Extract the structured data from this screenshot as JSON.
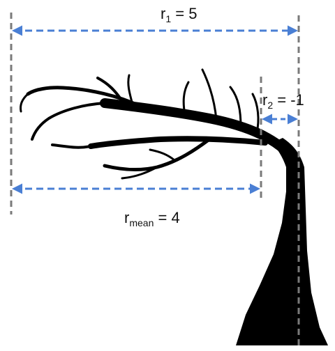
{
  "colors": {
    "arrow": "#4a7fd4",
    "guide": "#7a7a7a",
    "tree": "#000000",
    "text": "#111111"
  },
  "labels": {
    "r1": {
      "symbol": "r",
      "subscript": "1",
      "value": "= 5"
    },
    "r2": {
      "symbol": "r",
      "subscript": "2",
      "value": "= -1"
    },
    "rmean": {
      "symbol": "r",
      "subscript": "mean",
      "value": "= 4"
    }
  }
}
